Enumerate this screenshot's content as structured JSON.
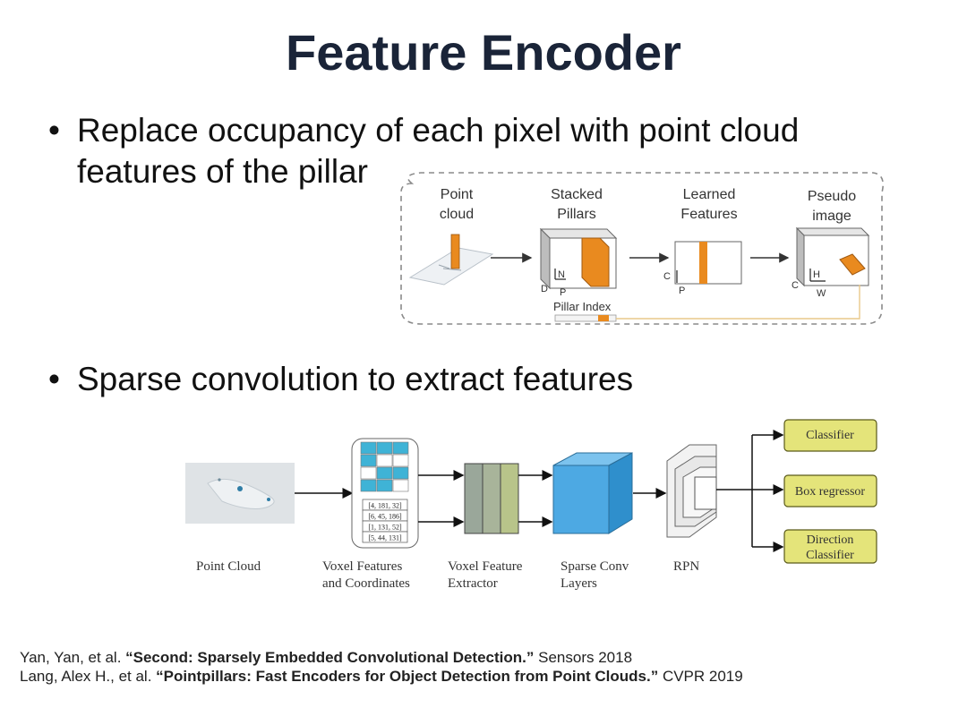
{
  "slide": {
    "title": "Feature Encoder",
    "bullets": [
      {
        "line1": "Replace occupancy of each pixel with point cloud",
        "line2": "features of the pillar"
      },
      {
        "line1": "Sparse convolution to extract features"
      }
    ]
  },
  "pillars_figure": {
    "stages": [
      {
        "line1": "Point",
        "line2": "cloud"
      },
      {
        "line1": "Stacked",
        "line2": "Pillars"
      },
      {
        "line1": "Learned",
        "line2": "Features"
      },
      {
        "line1": "Pseudo",
        "line2": "image"
      }
    ],
    "axis_labels": {
      "d": "D",
      "n": "N",
      "p": "P",
      "c": "C",
      "h": "H",
      "w": "W"
    },
    "pillar_index_label": "Pillar Index",
    "colors": {
      "orange": "#e98a1f",
      "dash": "#8a8a8a",
      "feedback": "#e9c98a"
    }
  },
  "second_figure": {
    "labels": [
      {
        "line1": "Point Cloud",
        "line2": ""
      },
      {
        "line1": "Voxel Features",
        "line2": "and Coordinates"
      },
      {
        "line1": "Voxel Feature",
        "line2": "Extractor"
      },
      {
        "line1": "Sparse Conv",
        "line2": "Layers"
      },
      {
        "line1": "RPN",
        "line2": ""
      }
    ],
    "coordinates": [
      "[4, 181, 32]",
      "[6, 45, 186]",
      "[1, 131, 52]",
      "[5, 44, 131]"
    ],
    "heads": [
      {
        "line1": "Classifier",
        "line2": ""
      },
      {
        "line1": "Box regressor",
        "line2": ""
      },
      {
        "line1": "Direction",
        "line2": "Classifier"
      }
    ],
    "colors": {
      "head_fill": "#e4e47a",
      "head_stroke": "#5a5a1a",
      "cube": "#4da9e3",
      "voxel": "#3fb3d6",
      "extractor_a": "#9aa79a",
      "extractor_b": "#b8c48a"
    }
  },
  "references": [
    {
      "authors": "Yan, Yan, et al. ",
      "title": "“Second: Sparsely Embedded Convolutional Detection.”",
      "venue": " Sensors 2018"
    },
    {
      "authors": "Lang, Alex H., et al. ",
      "title": "“Pointpillars: Fast Encoders for Object Detection from Point Clouds.”",
      "venue": " CVPR 2019"
    }
  ]
}
